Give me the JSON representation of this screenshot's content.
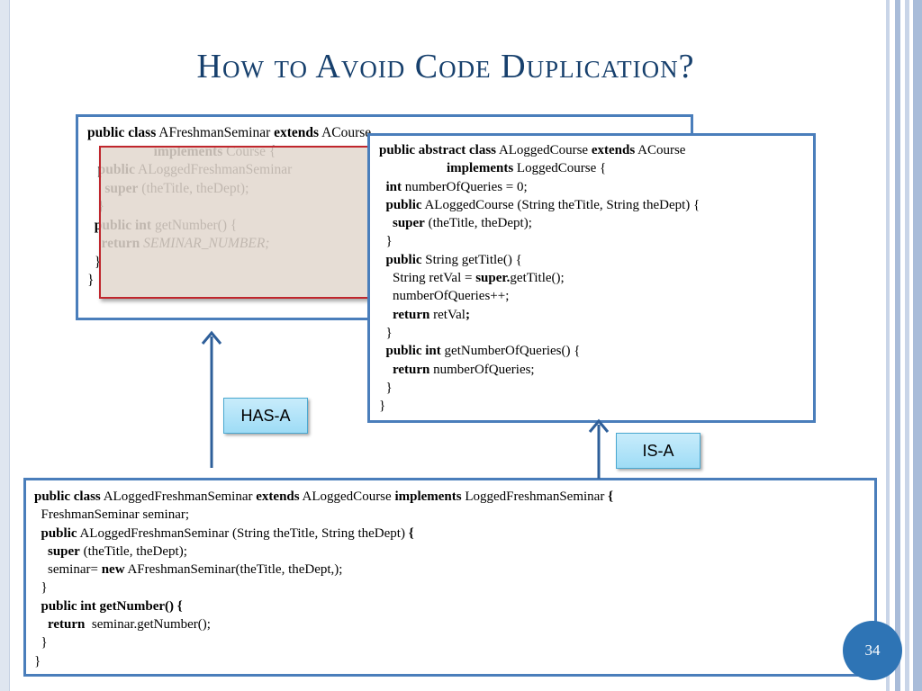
{
  "slide": {
    "title": "How to Avoid Code Duplication?",
    "page_number": "34"
  },
  "box_freshman": {
    "lines": [
      [
        {
          "b": "public class"
        },
        {
          "t": " AFreshmanSeminar "
        },
        {
          "b": "extends"
        },
        {
          "t": " ACourse"
        }
      ],
      [
        {
          "t": "                   "
        },
        {
          "b": "implements"
        },
        {
          "t": " Course {"
        }
      ],
      [
        {
          "t": "   "
        },
        {
          "b": "public"
        },
        {
          "t": " ALoggedFreshmanSeminar"
        }
      ],
      [
        {
          "t": "     "
        },
        {
          "b": "super"
        },
        {
          "t": " (theTitle, theDept);"
        }
      ],
      [
        {
          "t": "   }"
        }
      ],
      [
        {
          "t": "  "
        },
        {
          "b": "public int"
        },
        {
          "t": " getNumber() {"
        }
      ],
      [
        {
          "t": "    "
        },
        {
          "b": "return"
        },
        {
          "t": " "
        },
        {
          "i": "SEMINAR_NUMBER;"
        }
      ],
      [
        {
          "t": "  }"
        }
      ],
      [
        {
          "t": "}"
        }
      ]
    ]
  },
  "box_logged_course": {
    "lines": [
      [
        {
          "b": "public abstract class"
        },
        {
          "t": " ALoggedCourse "
        },
        {
          "b": "extends"
        },
        {
          "t": " ACourse"
        }
      ],
      [
        {
          "t": "                    "
        },
        {
          "b": "implements"
        },
        {
          "t": " LoggedCourse {"
        }
      ],
      [
        {
          "t": "  "
        },
        {
          "b": "int"
        },
        {
          "t": " numberOfQueries = 0;"
        }
      ],
      [
        {
          "t": "  "
        },
        {
          "b": "public"
        },
        {
          "t": " ALoggedCourse (String theTitle, String theDept) {"
        }
      ],
      [
        {
          "t": "    "
        },
        {
          "b": "super"
        },
        {
          "t": " (theTitle, theDept);"
        }
      ],
      [
        {
          "t": "  }"
        }
      ],
      [
        {
          "t": "  "
        },
        {
          "b": "public"
        },
        {
          "t": " String getTitle() {"
        }
      ],
      [
        {
          "t": "    String retVal = "
        },
        {
          "b": "super."
        },
        {
          "t": "getTitle();"
        }
      ],
      [
        {
          "t": "    numberOfQueries++;"
        }
      ],
      [
        {
          "t": "    "
        },
        {
          "b": "return"
        },
        {
          "t": " retVal"
        },
        {
          "b": ";"
        }
      ],
      [
        {
          "t": "  }"
        }
      ],
      [
        {
          "t": "  "
        },
        {
          "b": "public int"
        },
        {
          "t": " getNumberOfQueries() {"
        }
      ],
      [
        {
          "t": "    "
        },
        {
          "b": "return"
        },
        {
          "t": " numberOfQueries;"
        }
      ],
      [
        {
          "t": "  }"
        }
      ],
      [
        {
          "t": "}"
        }
      ]
    ]
  },
  "box_logged_freshman": {
    "lines": [
      [
        {
          "b": "public class"
        },
        {
          "t": " ALoggedFreshmanSeminar "
        },
        {
          "b": "extends"
        },
        {
          "t": " ALoggedCourse "
        },
        {
          "b": "implements"
        },
        {
          "t": " LoggedFreshmanSeminar "
        },
        {
          "b": "{"
        }
      ],
      [
        {
          "t": "  FreshmanSeminar seminar;"
        }
      ],
      [
        {
          "t": "  "
        },
        {
          "b": "public"
        },
        {
          "t": " ALoggedFreshmanSeminar (String theTitle, String theDept) "
        },
        {
          "b": "{"
        }
      ],
      [
        {
          "t": "    "
        },
        {
          "b": "super"
        },
        {
          "t": " (theTitle, theDept);"
        }
      ],
      [
        {
          "t": "    seminar= "
        },
        {
          "b": "new"
        },
        {
          "t": " AFreshmanSeminar(theTitle, theDept,);"
        }
      ],
      [
        {
          "t": "  }"
        }
      ],
      [
        {
          "t": "  "
        },
        {
          "b": "public int getNumber() {"
        }
      ],
      [
        {
          "t": "    "
        },
        {
          "b": "return"
        },
        {
          "t": "  seminar.getNumber();"
        }
      ],
      [
        {
          "t": "  }"
        }
      ],
      [
        {
          "t": "}"
        }
      ]
    ]
  },
  "relations": {
    "has_a": "HAS-A",
    "is_a": "IS-A"
  },
  "colors": {
    "title": "#17406d",
    "box_border": "#4a7ebb",
    "overlay_border": "#c0262d",
    "arrow": "#2e5f9a",
    "page_circle": "#2e74b5"
  }
}
